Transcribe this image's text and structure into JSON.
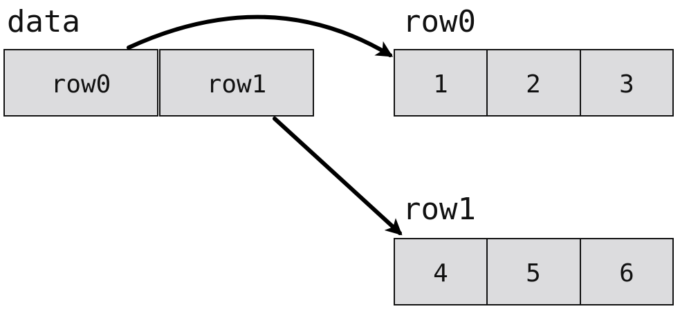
{
  "data_array": {
    "label": "data",
    "cells": [
      "row0",
      "row1"
    ]
  },
  "row0_array": {
    "label": "row0",
    "cells": [
      "1",
      "2",
      "3"
    ]
  },
  "row1_array": {
    "label": "row1",
    "cells": [
      "4",
      "5",
      "6"
    ]
  },
  "colors": {
    "cell_fill": "#dcdcde",
    "stroke": "#111111",
    "arrow": "#000000"
  }
}
